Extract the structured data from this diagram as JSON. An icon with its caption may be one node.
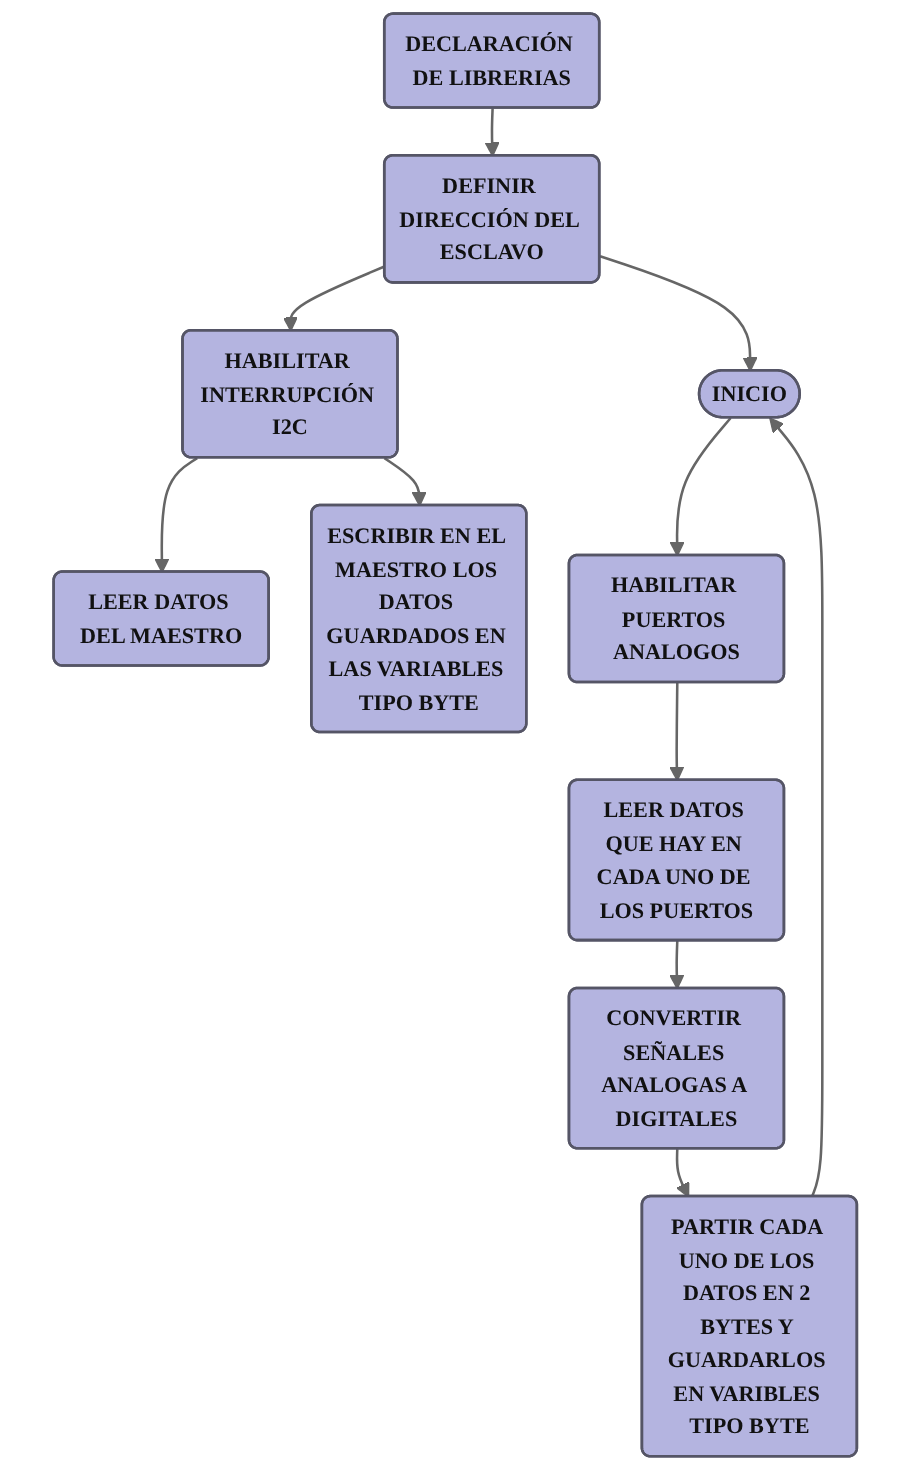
{
  "diagram": {
    "nodes": [
      {
        "text": [
          "DECLARACIÓN DE LIBRERIAS"
        ]
      },
      {
        "text": [
          "DEFINIR DIRECCIÓN DEL ESCLAVO"
        ]
      },
      {
        "text": [
          "HABILITAR INTERRUPCIÓN I2C"
        ]
      },
      {
        "text": [
          "INICIO"
        ]
      },
      {
        "text": [
          "LEER DATOS DEL MAESTRO"
        ]
      },
      {
        "text": [
          "ESCRIBIR EN EL MAESTRO LOS DATOS GUARDADOS EN LAS VARIABLES TIPO BYTE"
        ]
      },
      {
        "text": [
          "HABILITAR PUERTOS ANALOGOS"
        ]
      },
      {
        "text": [
          "LEER DATOS QUE HAY EN CADA UNO DE LOS PUERTOS"
        ]
      },
      {
        "text": [
          "CONVERTIR SEÑALES ANALOGAS A DIGITALES"
        ]
      },
      {
        "text": [
          "PARTIR CADA UNO DE LOS DATOS EN 2 BYTES Y GUARDARLOS EN VARIBLES TIPO BYTE"
        ]
      }
    ],
    "edges": [
      {
        "from": 0,
        "to": 1,
        "arrow": "to"
      },
      {
        "from": 1,
        "to": 2,
        "arrow": "to"
      },
      {
        "from": 1,
        "to": 3,
        "arrow": "to"
      },
      {
        "from": 2,
        "to": 4,
        "arrow": "to"
      },
      {
        "from": 2,
        "to": 5,
        "arrow": "to"
      },
      {
        "from": 3,
        "to": 6,
        "arrow": "to"
      },
      {
        "from": 6,
        "to": 7,
        "arrow": "to"
      },
      {
        "from": 7,
        "to": 8,
        "arrow": "to"
      },
      {
        "from": 8,
        "to": 9,
        "arrow": "to"
      },
      {
        "from": 9,
        "to": 3,
        "arrow": "to"
      }
    ]
  }
}
